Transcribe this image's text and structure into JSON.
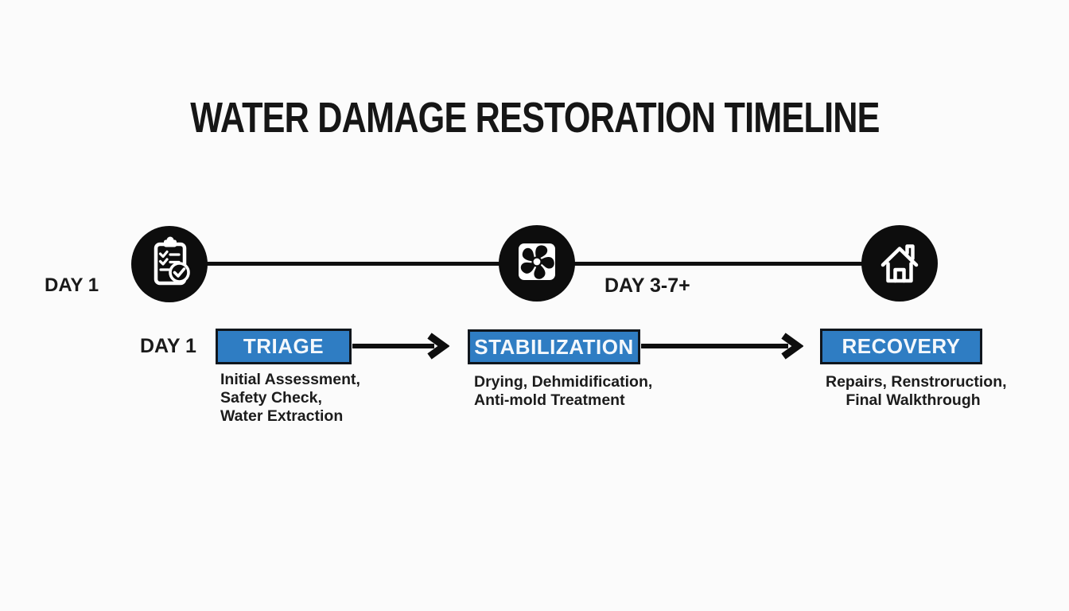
{
  "title": "WATER DAMAGE RESTORATION TIMELINE",
  "colors": {
    "background": "#fbfbfb",
    "ink": "#0f0f0f",
    "phase_box_blue": "#2f7dc3",
    "phase_box_border": "#10161d",
    "phase_box_text": "#f4f8fc"
  },
  "timeline": {
    "day1_label": "DAY 1",
    "day37_label": "DAY 3-7+",
    "milestones": [
      {
        "icon": "clipboard-check-icon"
      },
      {
        "icon": "fan-icon"
      },
      {
        "icon": "house-icon"
      }
    ]
  },
  "phases": {
    "row_label": "DAY 1",
    "items": [
      {
        "name": "TRIAGE",
        "details": [
          "Initial Assessment,",
          "Safety Check,",
          "Water Extraction"
        ]
      },
      {
        "name": "STABILIZATION",
        "details": [
          "Drying, Dehmidification,",
          "Anti-mold Treatment"
        ]
      },
      {
        "name": "RECOVERY",
        "details": [
          "Repairs, Renstroruction,",
          "Final Walkthrough"
        ]
      }
    ]
  }
}
